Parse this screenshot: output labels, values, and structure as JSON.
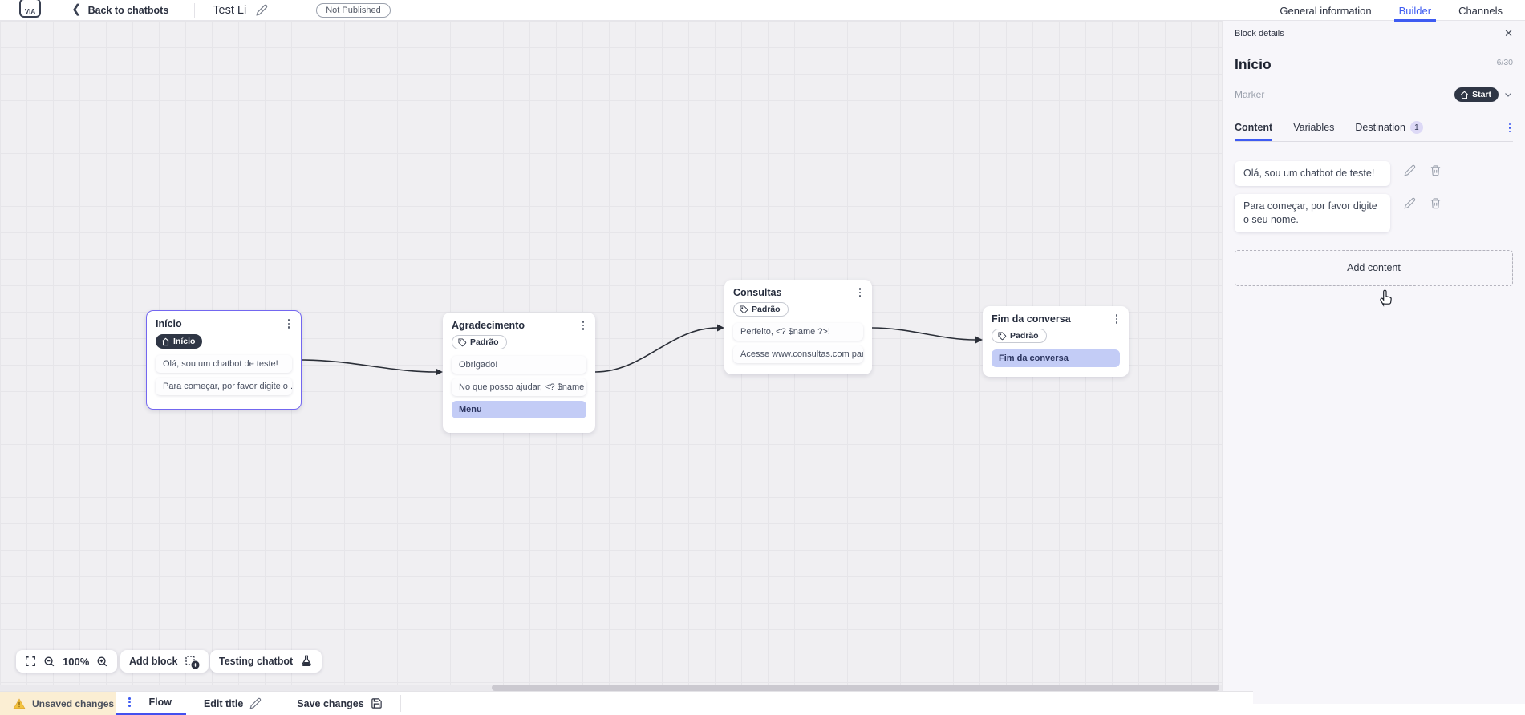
{
  "topbar": {
    "logo_text": "VIA",
    "back_label": "Back to chatbots",
    "bot_title": "Test Li",
    "status_badge": "Not Published",
    "tabs": {
      "general": "General information",
      "builder": "Builder",
      "channels": "Channels"
    }
  },
  "canvas": {
    "zoom_level": "100%",
    "add_block_label": "Add block",
    "testing_label": "Testing chatbot",
    "nodes": [
      {
        "title": "Início",
        "marker": "Início",
        "cards": [
          "Olá, sou um chatbot de teste!",
          "Para começar, por favor digite o ..."
        ]
      },
      {
        "title": "Agradecimento",
        "marker": "Padrão",
        "cards": [
          "Obrigado!",
          "No que posso ajudar, <? $name ..."
        ],
        "action": "Menu"
      },
      {
        "title": "Consultas",
        "marker": "Padrão",
        "cards": [
          "Perfeito, <? $name ?>!",
          "Acesse www.consultas.com par..."
        ]
      },
      {
        "title": "Fim da conversa",
        "marker": "Padrão",
        "action": "Fim da conversa"
      }
    ]
  },
  "panel": {
    "header": "Block details",
    "title": "Início",
    "counter": "6/30",
    "marker_label": "Marker",
    "marker_value": "Start",
    "tabs": {
      "content": "Content",
      "variables": "Variables",
      "destination": "Destination"
    },
    "destination_badge": "1",
    "contents": [
      "Olá, sou um chatbot de teste!",
      "Para começar, por favor digite o seu nome."
    ],
    "add_content_label": "Add content"
  },
  "footer": {
    "unsaved_label": "Unsaved changes",
    "flow_label": "Flow",
    "edit_title_label": "Edit title",
    "save_label": "Save changes"
  },
  "colors": {
    "accent": "#3e5bf2",
    "selected_node_border": "#7367f0",
    "highlight_card": "#c3ccf6",
    "dark_pill": "#2f3645",
    "warning_bg": "#fbeed3"
  }
}
